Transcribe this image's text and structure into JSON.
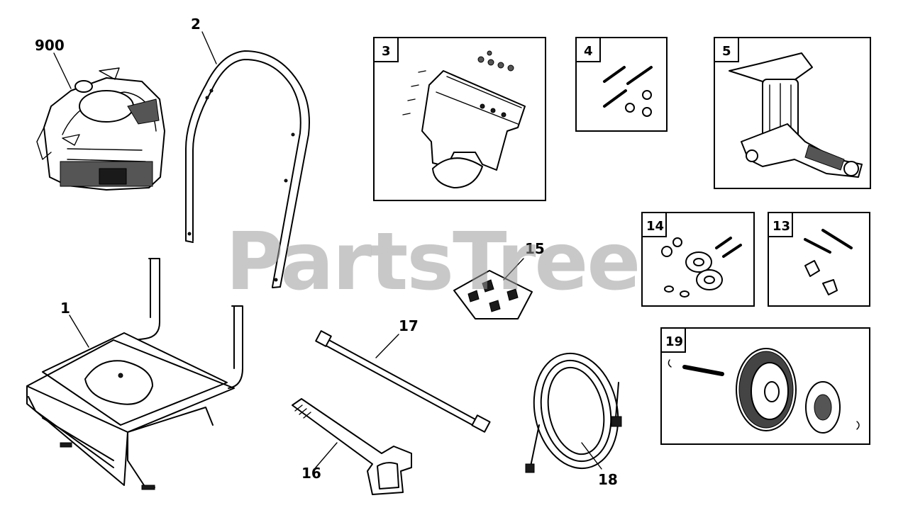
{
  "watermark": "PartsTree",
  "callouts": {
    "c900": "900",
    "c2": "2",
    "c1": "1",
    "c3": "3",
    "c4": "4",
    "c5": "5",
    "c14": "14",
    "c13": "13",
    "c15": "15",
    "c17": "17",
    "c16": "16",
    "c18": "18",
    "c19": "19"
  }
}
